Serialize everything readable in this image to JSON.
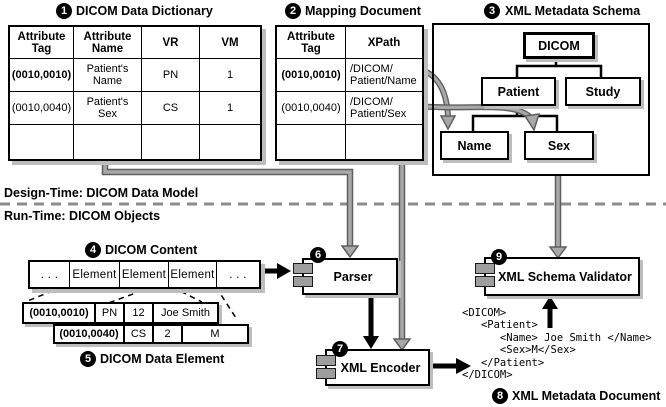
{
  "sections": {
    "design_time": "Design-Time: DICOM Data Model",
    "run_time": "Run-Time: DICOM Objects"
  },
  "dictionary": {
    "badge": "1",
    "title": "DICOM Data Dictionary",
    "headers": [
      "Attribute\nTag",
      "Attribute\nName",
      "VR",
      "VM"
    ],
    "rows": [
      [
        "(0010,0010)",
        "Patient's\nName",
        "PN",
        "1"
      ],
      [
        "(0010,0040)",
        "Patient's\nSex",
        "CS",
        "1"
      ],
      [
        "",
        "",
        "",
        ""
      ]
    ]
  },
  "mapping": {
    "badge": "2",
    "title": "Mapping Document",
    "headers": [
      "Attribute\nTag",
      "XPath"
    ],
    "rows": [
      [
        "(0010,0010)",
        "/DICOM/\nPatient/Name"
      ],
      [
        "(0010,0040)",
        "/DICOM/\nPatient/Sex"
      ],
      [
        "",
        ""
      ]
    ]
  },
  "schema": {
    "badge": "3",
    "title": "XML Metadata Schema",
    "root": "DICOM",
    "level2": [
      "Patient",
      "Study"
    ],
    "level3": [
      "Name",
      "Sex"
    ]
  },
  "content": {
    "badge": "4",
    "title": "DICOM Content",
    "cells": [
      ". . .",
      "Element",
      "Element",
      "Element",
      ". . ."
    ]
  },
  "element": {
    "badge": "5",
    "title": "DICOM Data Element",
    "rows": [
      [
        "(0010,0010)",
        "PN",
        "12",
        "Joe Smith"
      ],
      [
        "(0010,0040)",
        "CS",
        "2",
        "M"
      ]
    ]
  },
  "parser": {
    "badge": "6",
    "label": "Parser"
  },
  "encoder": {
    "badge": "7",
    "label": "XML Encoder"
  },
  "validator": {
    "badge": "9",
    "label": "XML Schema Validator"
  },
  "xml_doc": {
    "badge": "8",
    "title": "XML Metadata Document",
    "code": "<DICOM>\n   <Patient>\n      <Name> Joe Smith </Name>\n      <Sex>M</Sex>\n   </Patient>\n</DICOM>"
  },
  "colors": {
    "gray_line": "#a8a8a8",
    "gray_line_edge": "#5f5f5f",
    "shadow": "#bdbdbd",
    "black": "#000000"
  }
}
